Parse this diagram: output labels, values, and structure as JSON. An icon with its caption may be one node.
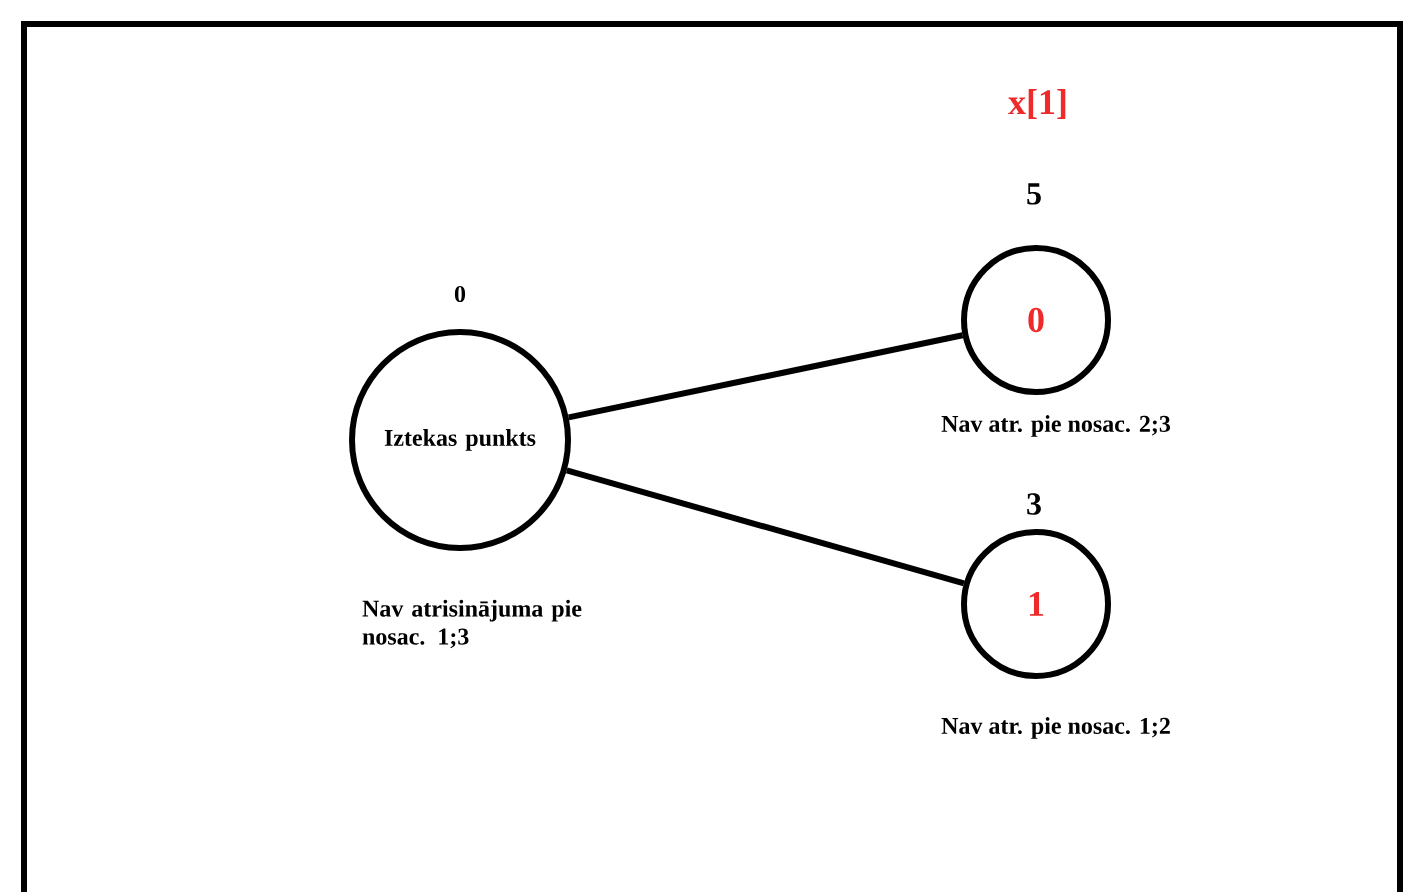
{
  "diagram": {
    "nodes": [
      {
        "text": [
          "Iztekas punkts"
        ],
        "beside": [
          "0",
          "Nav atrisinājuma pie nosac. 1;3"
        ]
      },
      {
        "text": [
          "0"
        ],
        "beside": [
          "5",
          "Nav atr. pie nosac. 2;3"
        ]
      },
      {
        "text": [
          "1"
        ],
        "beside": [
          "3",
          "Nav atr. pie nosac. 1;2"
        ]
      }
    ],
    "edges": [
      {
        "from": 0,
        "to": 1,
        "arrow": "none"
      },
      {
        "from": 0,
        "to": 2,
        "arrow": "none"
      }
    ],
    "labels": [
      "x[1]"
    ]
  }
}
